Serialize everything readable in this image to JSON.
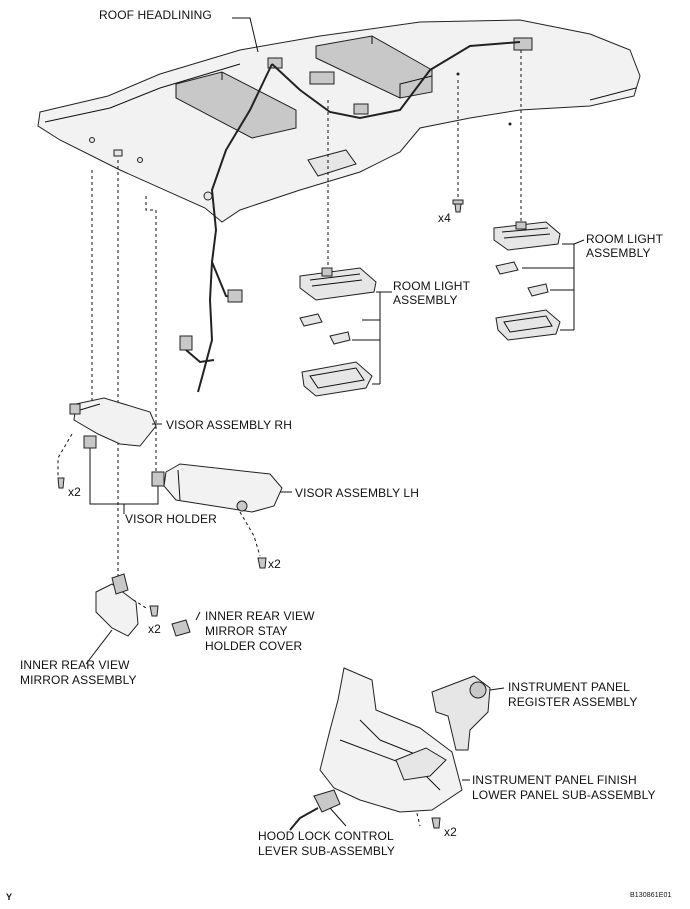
{
  "labels": {
    "roof_headlining": "ROOF HEADLINING",
    "room_light_right_1": "ROOM LIGHT",
    "room_light_right_2": "ASSEMBLY",
    "room_light_center_1": "ROOM LIGHT",
    "room_light_center_2": "ASSEMBLY",
    "visor_rh": "VISOR ASSEMBLY RH",
    "visor_lh": "VISOR ASSEMBLY LH",
    "visor_holder": "VISOR HOLDER",
    "mirror_cover_1": "INNER REAR VIEW",
    "mirror_cover_2": "MIRROR STAY",
    "mirror_cover_3": "HOLDER COVER",
    "mirror_assembly_1": "INNER REAR VIEW",
    "mirror_assembly_2": "MIRROR ASSEMBLY",
    "register_1": "INSTRUMENT PANEL",
    "register_2": "REGISTER ASSEMBLY",
    "finish_panel_1": "INSTRUMENT PANEL FINISH",
    "finish_panel_2": "LOWER PANEL SUB-ASSEMBLY",
    "hood_lock_1": "HOOD LOCK CONTROL",
    "hood_lock_2": "LEVER SUB-ASSEMBLY"
  },
  "quantities": {
    "roof_clips": "x4",
    "visor_rh_screws": "x2",
    "visor_lh_screws": "x2",
    "mirror_screws": "x2",
    "finish_panel_screws": "x2"
  },
  "corner_mark": "Y",
  "figure_code": "B130861E01"
}
